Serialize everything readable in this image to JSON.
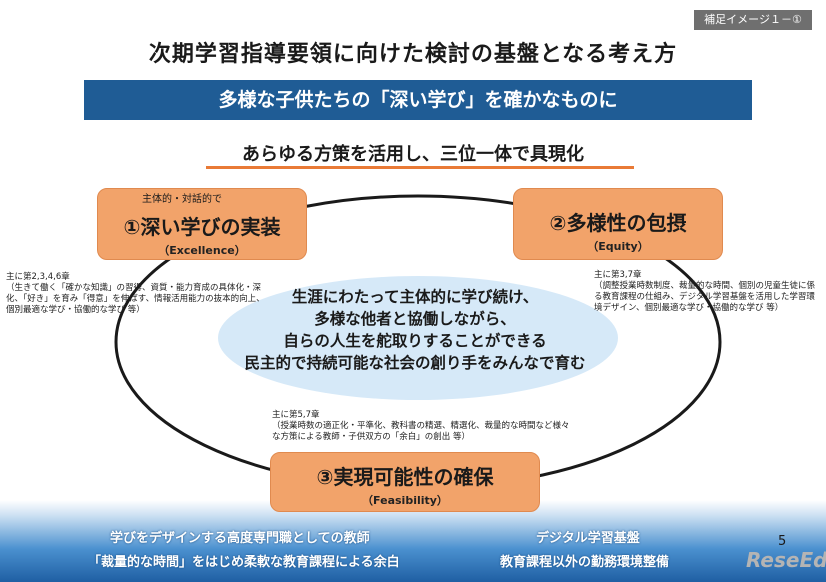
{
  "tag": "補足イメージ１－①",
  "title": "次期学習指導要領に向けた検討の基盤となる考え方",
  "banner": "多様な子供たちの「深い学び」を確かなものに",
  "subhead": "あらゆる方策を活用し、三位一体で具現化",
  "pillars": [
    {
      "pre": "主体的・対話的で",
      "main": "①深い学びの実装",
      "sub": "（Excellence）",
      "note": "主に第2,3,4,6章\n（生きて働く「確かな知識」の習得、資質・能力育成の具体化・深化、「好き」を育み「得意」を伸ばす、情報活用能力の抜本的向上、個別最適な学び・協働的な学び 等）"
    },
    {
      "pre": "",
      "main": "②多様性の包摂",
      "sub": "（Equity）",
      "note": "主に第3,7章\n（調整授業時数制度、裁量的な時間、個別の児童生徒に係る教育課程の仕組み、デジタル学習基盤を活用した学習環境デザイン、個別最適な学び・協働的な学び 等）"
    },
    {
      "pre": "",
      "main": "③実現可能性の確保",
      "sub": "（Feasibility）",
      "note": "主に第5,7章\n（授業時数の適正化・平準化、教科書の精選、精選化、裁量的な時間など様々な方策による教師・子供双方の「余白」の創出 等）"
    }
  ],
  "center": [
    "生涯にわたって主体的に学び続け、",
    "多様な他者と協働しながら、",
    "自らの人生を舵取りすることができる",
    "民主的で持続可能な社会の創り手をみんなで育む"
  ],
  "base": [
    "学びをデザインする高度専門職としての教師",
    "「裁量的な時間」をはじめ柔軟な教育課程による余白",
    "デジタル学習基盤",
    "教育課程以外の勤務環境整備"
  ],
  "page_number": "5",
  "logo": "ReseEd",
  "colors": {
    "banner": "#1f5c95",
    "pillar": "#f2a36a",
    "accent_line": "#e97a36",
    "base": "#1f5fa3",
    "center_blob": "#d6e9f8"
  }
}
